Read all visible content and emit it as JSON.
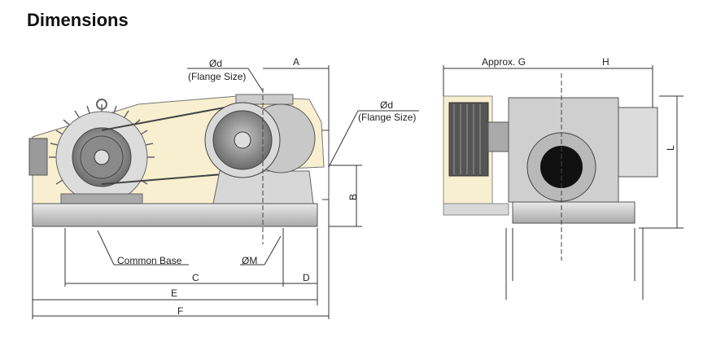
{
  "title": "Dimensions",
  "labels": {
    "flange_d": "Ød",
    "flange_size": "(Flange Size)",
    "a": "A",
    "b": "B",
    "c": "C",
    "d": "D",
    "e": "E",
    "f": "F",
    "common_base": "Common Base",
    "m": "ØM",
    "approx_g": "Approx. G",
    "h": "H",
    "l": "L"
  },
  "colors": {
    "cream": "#f7efcf",
    "metal_light": "#e3e3e3",
    "metal_mid": "#b8b8b8",
    "metal_dark": "#555555",
    "line": "#333333",
    "callout_red": "#c0392b"
  }
}
